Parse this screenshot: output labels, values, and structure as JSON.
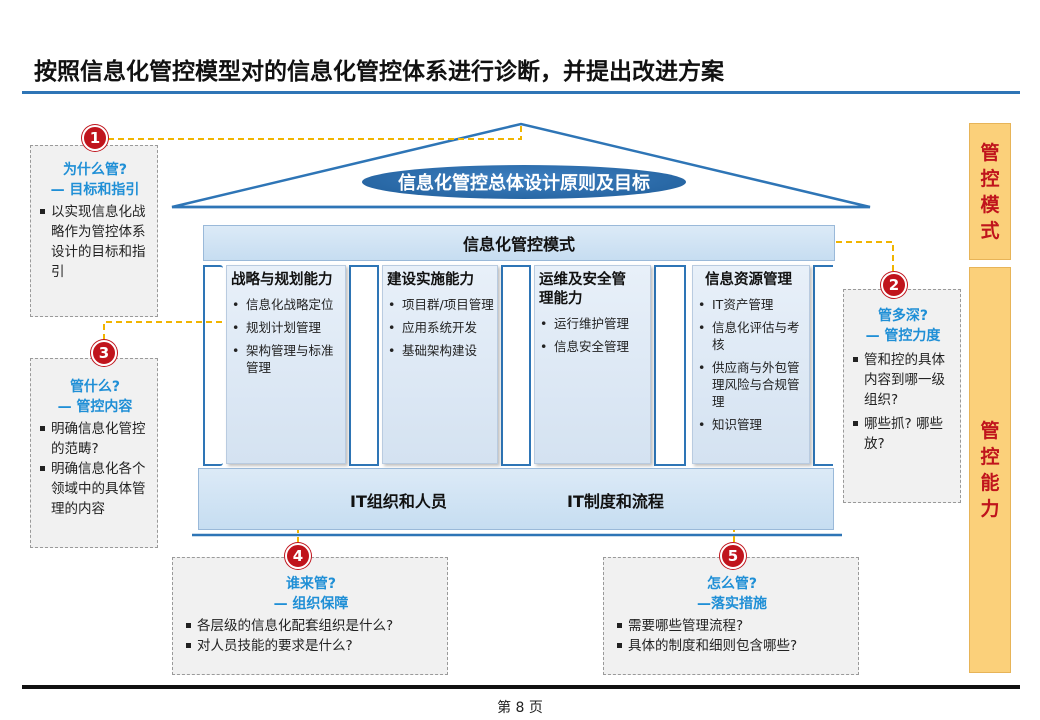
{
  "title": "按照信息化管控模型对的信息化管控体系进行诊断，并提出改进方案",
  "roof_label": "信息化管控总体设计原则及目标",
  "mode_band": "信息化管控模式",
  "pillars": [
    {
      "title": "战略与规划能力",
      "items": [
        "信息化战略定位",
        "规划计划管理",
        "架构管理与标准管理"
      ]
    },
    {
      "title": "建设实施能力",
      "items": [
        "项目群/项目管理",
        "应用系统开发",
        "基础架构建设"
      ]
    },
    {
      "title": "运维及安全管理能力",
      "items": [
        "运行维护管理",
        "信息安全管理"
      ]
    },
    {
      "title": "信息资源管理",
      "items": [
        "IT资产管理",
        "信息化评估与考核",
        "供应商与外包管理风险与合规管理",
        "知识管理"
      ]
    }
  ],
  "foundation": {
    "left": "IT组织和人员",
    "right": "IT制度和流程"
  },
  "callouts": [
    {
      "num": "1",
      "q": "为什么管?",
      "sub": "— 目标和指引",
      "bullets": [
        "以实现信息化战略作为管控体系设计的目标和指引"
      ]
    },
    {
      "num": "2",
      "q": "管多深?",
      "sub": "— 管控力度",
      "bullets": [
        "管和控的具体内容到哪一级组织?",
        "哪些抓? 哪些放?"
      ]
    },
    {
      "num": "3",
      "q": "管什么?",
      "sub": "— 管控内容",
      "bullets": [
        "明确信息化管控的范畴?",
        "明确信息化各个领域中的具体管理的内容"
      ]
    },
    {
      "num": "4",
      "q": "谁来管?",
      "sub": "— 组织保障",
      "bullets": [
        "各层级的信息化配套组织是什么?",
        "对人员技能的要求是什么?"
      ]
    },
    {
      "num": "5",
      "q": "怎么管?",
      "sub": "—落实措施",
      "bullets": [
        "需要哪些管理流程?",
        "具体的制度和细则包含哪些?"
      ]
    }
  ],
  "side_tabs": {
    "top": "管控模式",
    "bottom": "管控能力"
  },
  "page_number": "第 8 页",
  "colors": {
    "accent_blue": "#2e75b6",
    "badge_red": "#c0141c",
    "question_blue": "#1f8fd6",
    "tab_gold": "#fbd07a"
  }
}
